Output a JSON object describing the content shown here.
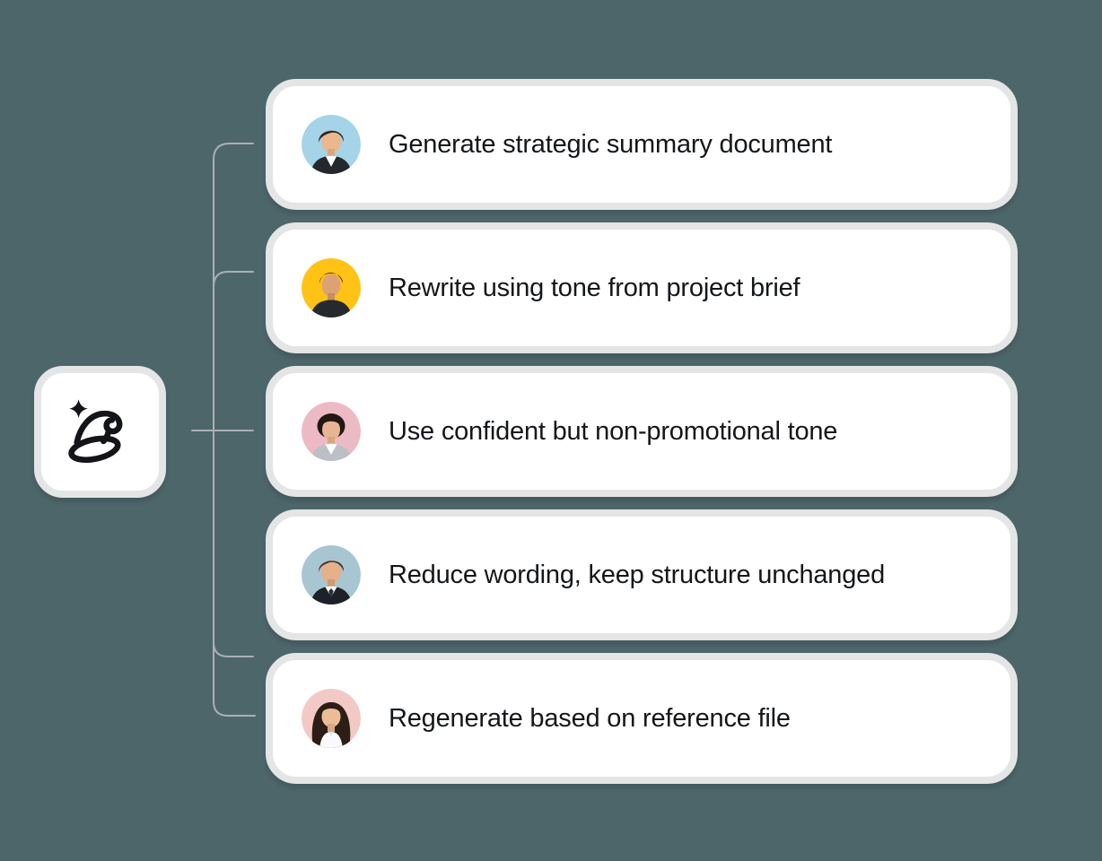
{
  "colors": {
    "bg": "#4D666A",
    "line": "#A9B0B6",
    "halo": "#E4E5E6",
    "card-bg": "#FFFFFF",
    "text": "#14171A",
    "icon-ink": "#141518"
  },
  "hub": {
    "icon": "wizard-hat-icon"
  },
  "cards": [
    {
      "label": "Generate strategic summary document",
      "avatar": {
        "bg": "#A5D3E7",
        "person": "man-brown-hair-photo"
      }
    },
    {
      "label": "Rewrite using tone from project brief",
      "avatar": {
        "bg": "#FFC215",
        "person": "man-dark-hair-photo"
      }
    },
    {
      "label": "Use confident but non-promotional tone",
      "avatar": {
        "bg": "#ECBAC5",
        "person": "woman-updo-photo"
      }
    },
    {
      "label": "Reduce wording, keep structure unchanged",
      "avatar": {
        "bg": "#A8C5D2",
        "person": "man-suit-tie-photo"
      }
    },
    {
      "label": "Regenerate based on reference file",
      "avatar": {
        "bg": "#F3C9C6",
        "person": "woman-long-hair-photo"
      }
    }
  ]
}
